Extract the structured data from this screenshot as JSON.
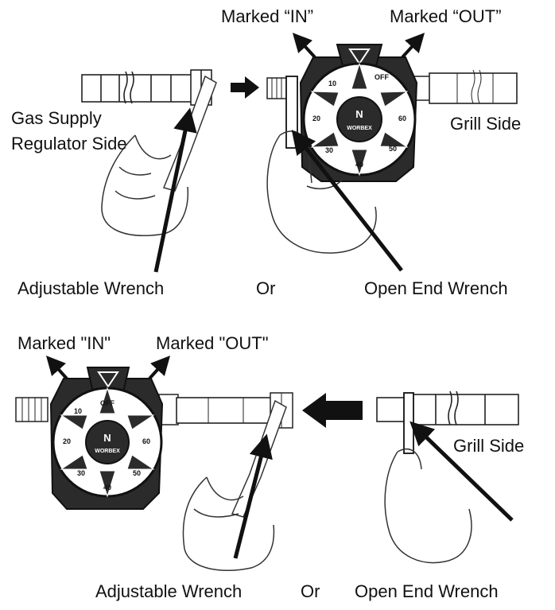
{
  "top": {
    "in_label": "Marked “IN”",
    "out_label": "Marked “OUT”",
    "supply_line1": "Gas Supply",
    "supply_line2": "Regulator Side",
    "grill_label": "Grill Side",
    "adjustable_label": "Adjustable Wrench",
    "or_label": "Or",
    "open_end_label": "Open End Wrench"
  },
  "bottom": {
    "in_label": "Marked \"IN\"",
    "out_label": "Marked \"OUT\"",
    "grill_label": "Grill Side",
    "adjustable_label": "Adjustable Wrench",
    "or_label": "Or",
    "open_end_label": "Open End Wrench"
  },
  "dial": {
    "off": "OFF",
    "brand": "WORBEX",
    "numbers": [
      "10",
      "20",
      "30",
      "40",
      "50",
      "60"
    ]
  },
  "colors": {
    "ink": "#111111",
    "paper": "#ffffff"
  }
}
